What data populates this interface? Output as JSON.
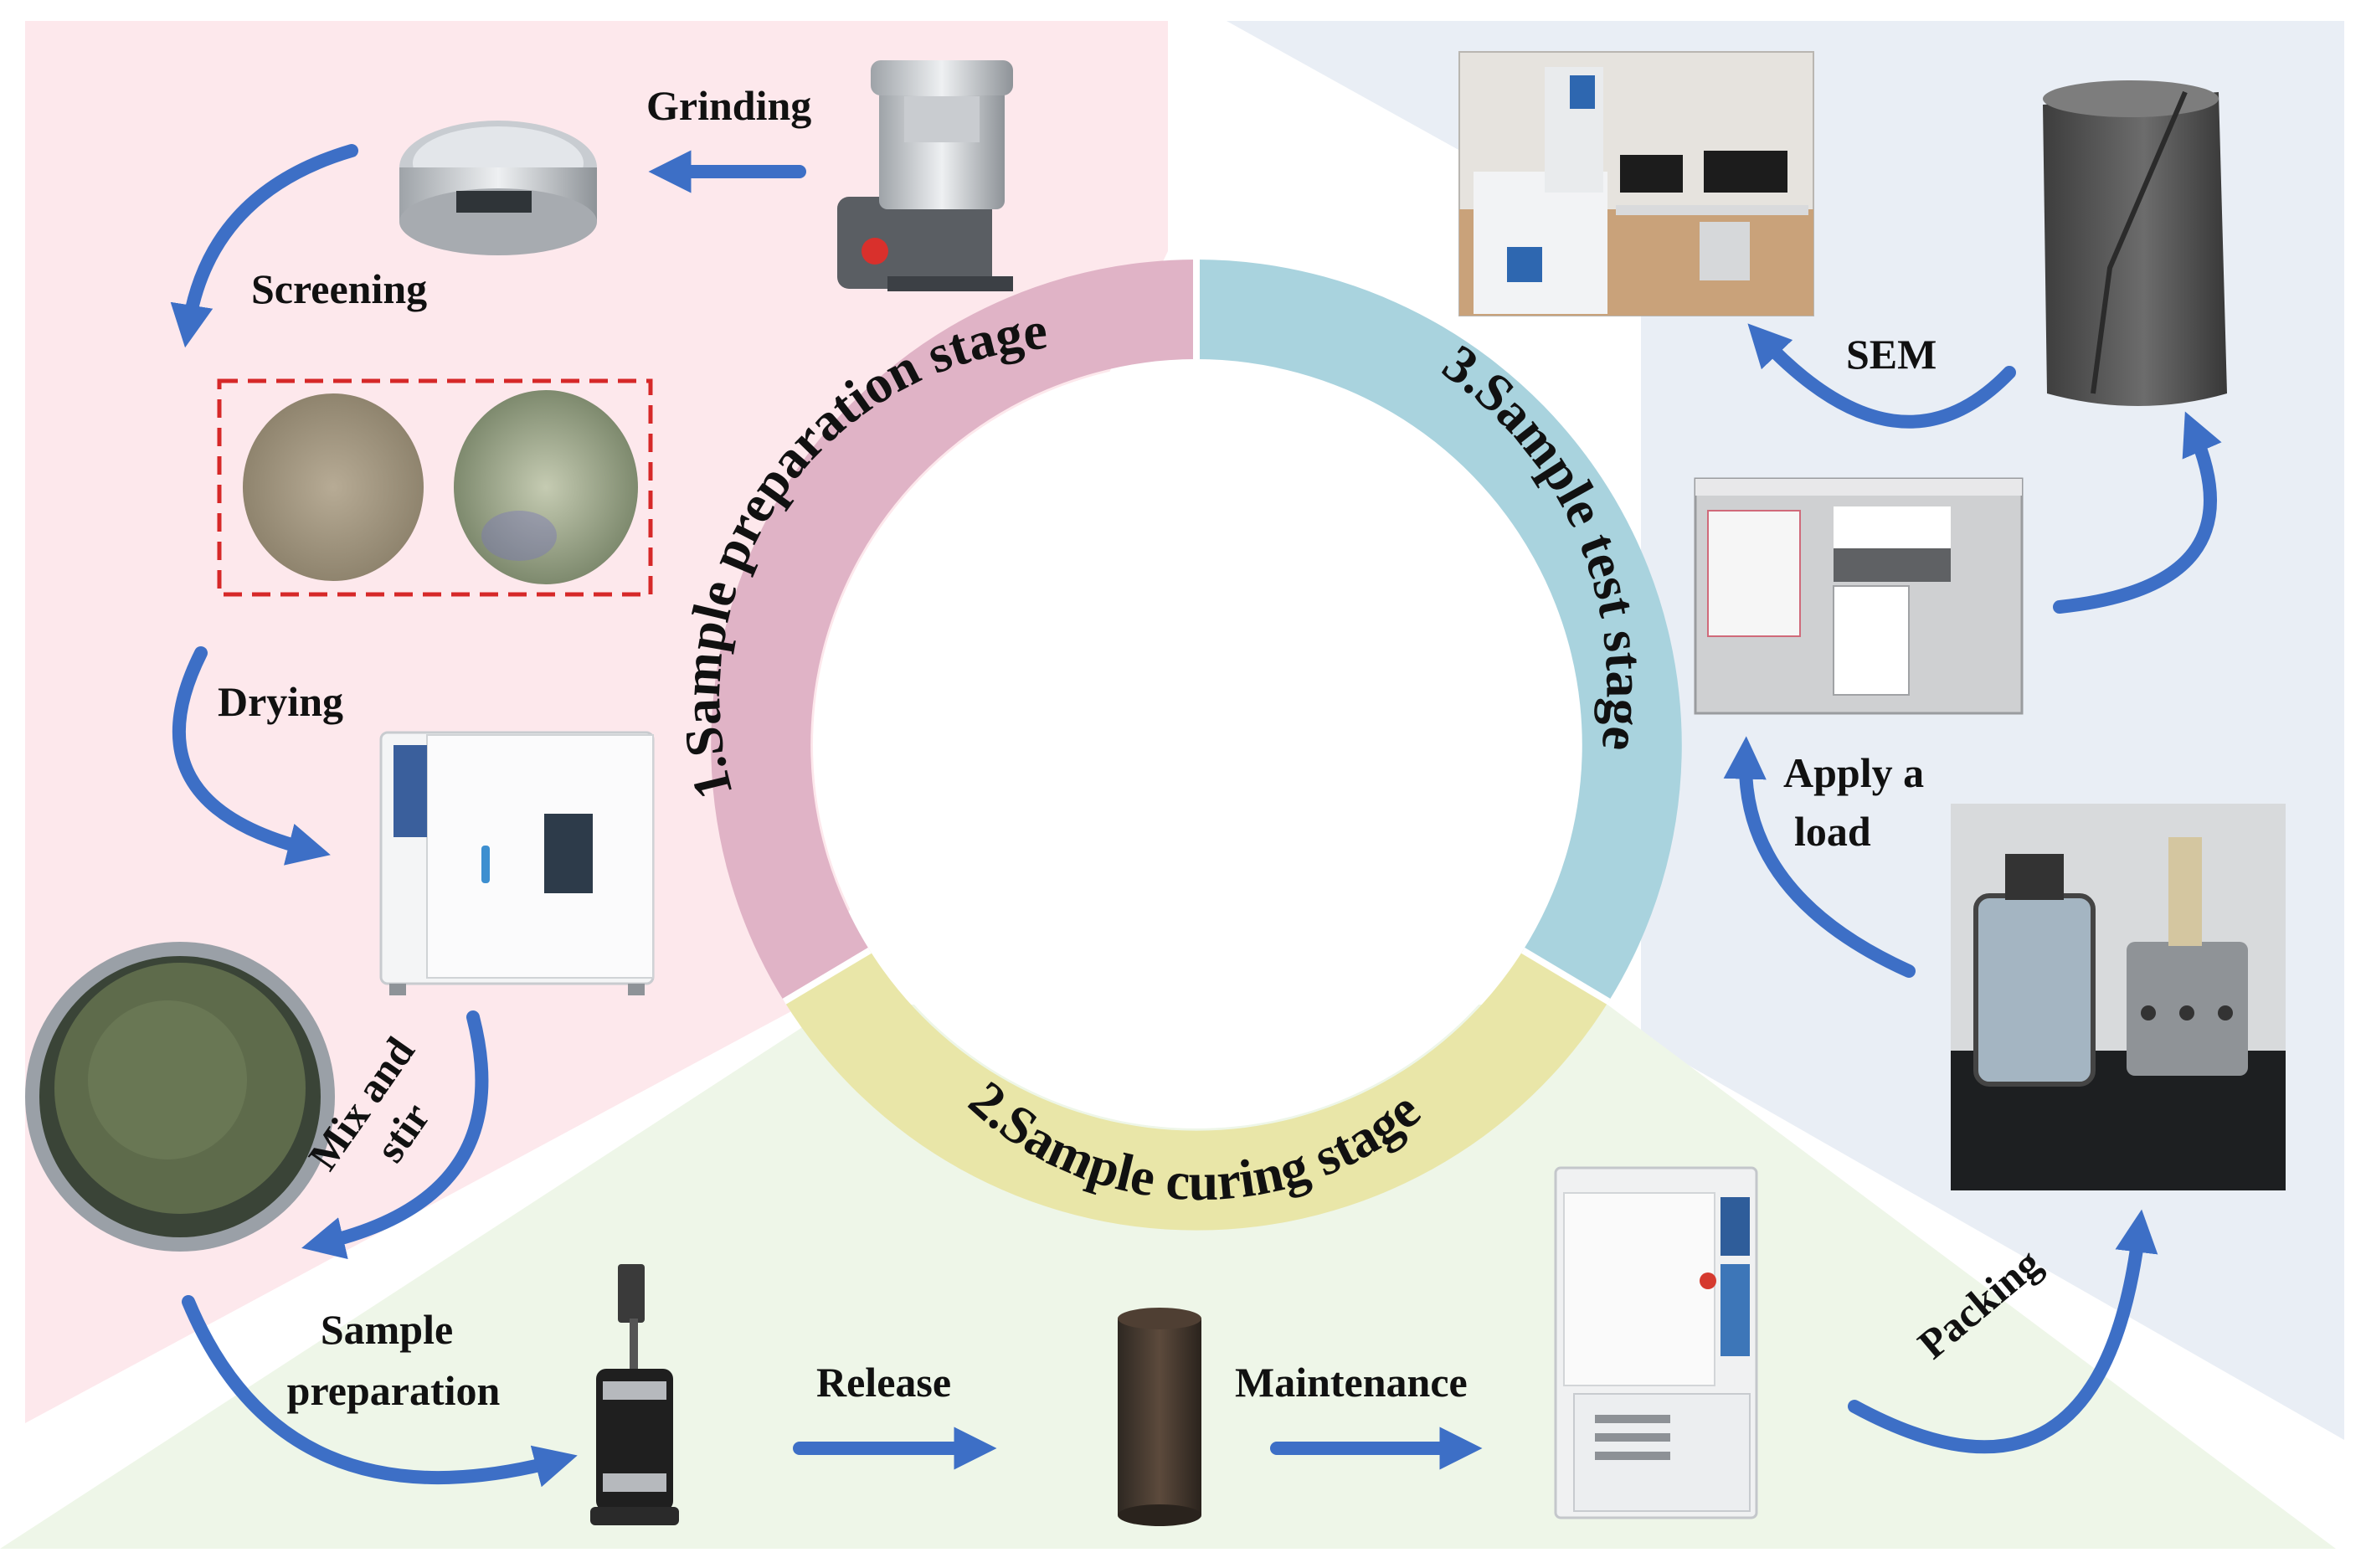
{
  "stages": {
    "preparation": {
      "label": "1.Sample preparation stage",
      "color": "#e0b3c6"
    },
    "curing": {
      "label": "2.Sample curing stage",
      "color": "#e9e6a8"
    },
    "test": {
      "label": "3.Sample test stage",
      "color": "#a9d3de"
    }
  },
  "steps": {
    "grinding": "Grinding",
    "screening": "Screening",
    "drying": "Drying",
    "mix_and_stir": [
      "Mix and",
      "stir"
    ],
    "sample_preparation": [
      "Sample",
      "preparation"
    ],
    "release": "Release",
    "maintenance": "Maintenance",
    "packing": "Packing",
    "apply_load": [
      "Apply a",
      "load"
    ],
    "sem": "SEM"
  },
  "colors": {
    "panel_left": "#fde8ec",
    "panel_right": "#e9eef5",
    "panel_bottom": "#eef6e8",
    "arrow": "#3d6fc6",
    "dashed_box": "#d62828"
  },
  "icons": {
    "grinder": "grinder-icon",
    "sieve": "sieve-icon",
    "soil_powder": "soil-powder-icon",
    "drying_oven": "drying-oven-icon",
    "mixing_bowl": "mixing-bowl-icon",
    "compaction_mold": "compaction-mold-icon",
    "soil_cylinder": "soil-cylinder-icon",
    "curing_chamber": "curing-chamber-icon",
    "triaxial_apparatus": "triaxial-apparatus-icon",
    "software_screen": "software-screen-icon",
    "fractured_sample": "fractured-sample-icon",
    "sem_lab": "sem-lab-icon"
  }
}
